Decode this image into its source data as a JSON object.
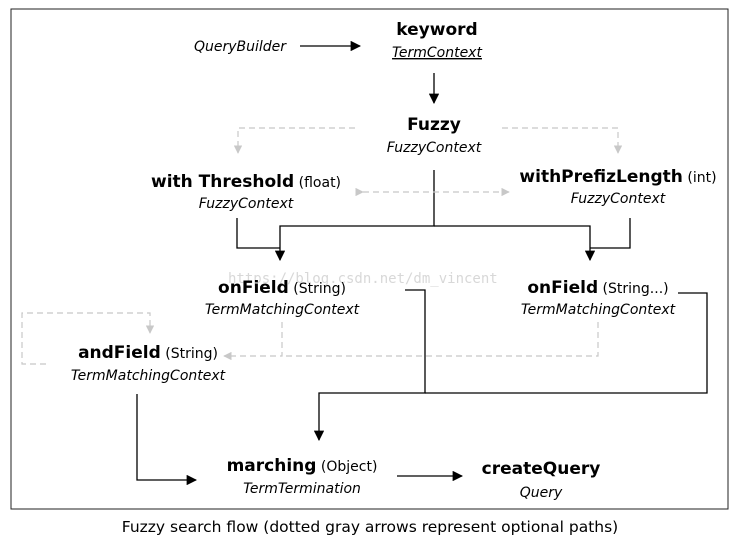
{
  "caption": "Fuzzy search flow (dotted gray arrows represent optional paths)",
  "watermark": "https://blog.csdn.net/dm_vincent",
  "nodes": {
    "query_builder": {
      "type": "QueryBuilder"
    },
    "keyword": {
      "title": "keyword",
      "type": "TermContext"
    },
    "fuzzy": {
      "title": "Fuzzy",
      "type": "FuzzyContext"
    },
    "with_threshold": {
      "title": "with Threshold",
      "arg": " (float)",
      "type": "FuzzyContext"
    },
    "with_prefix_length": {
      "title": "withPrefizLength",
      "arg": " (int)",
      "type": "FuzzyContext"
    },
    "on_field_left": {
      "title": "onField",
      "arg": " (String)",
      "type": "TermMatchingContext"
    },
    "on_field_right": {
      "title": "onField",
      "arg": " (String...)",
      "type": "TermMatchingContext"
    },
    "and_field": {
      "title": "andField",
      "arg": " (String)",
      "type": "TermMatchingContext"
    },
    "marching": {
      "title": "marching",
      "arg": " (Object)",
      "type": "TermTermination"
    },
    "create_query": {
      "title": "createQuery",
      "type": "Query"
    }
  },
  "colors": {
    "solid": "#000000",
    "optional": "#c8c8c8",
    "frame": "#222222"
  }
}
